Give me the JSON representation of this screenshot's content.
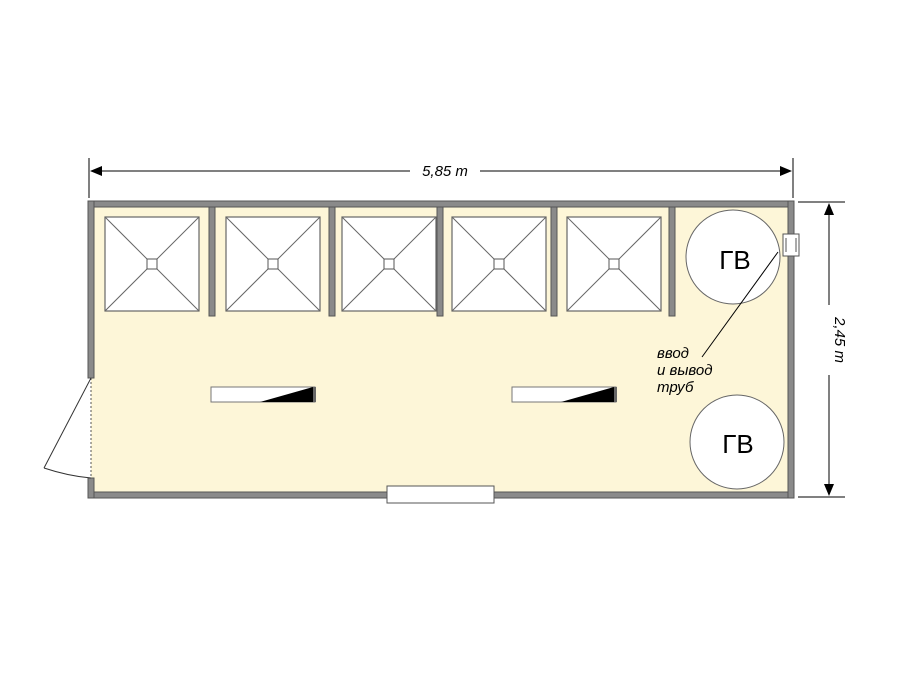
{
  "dimensions": {
    "width_label": "5,85 m",
    "height_label": "2,45 m"
  },
  "fixtures": {
    "shower_count": 5,
    "water_heater_label": "ГВ",
    "water_heater_count": 2
  },
  "pipe_note": [
    "ввод",
    "и вывод",
    "труб"
  ],
  "colors": {
    "floor": "#fdf6d8",
    "wall": "#8a8a8a",
    "line": "#000000"
  }
}
